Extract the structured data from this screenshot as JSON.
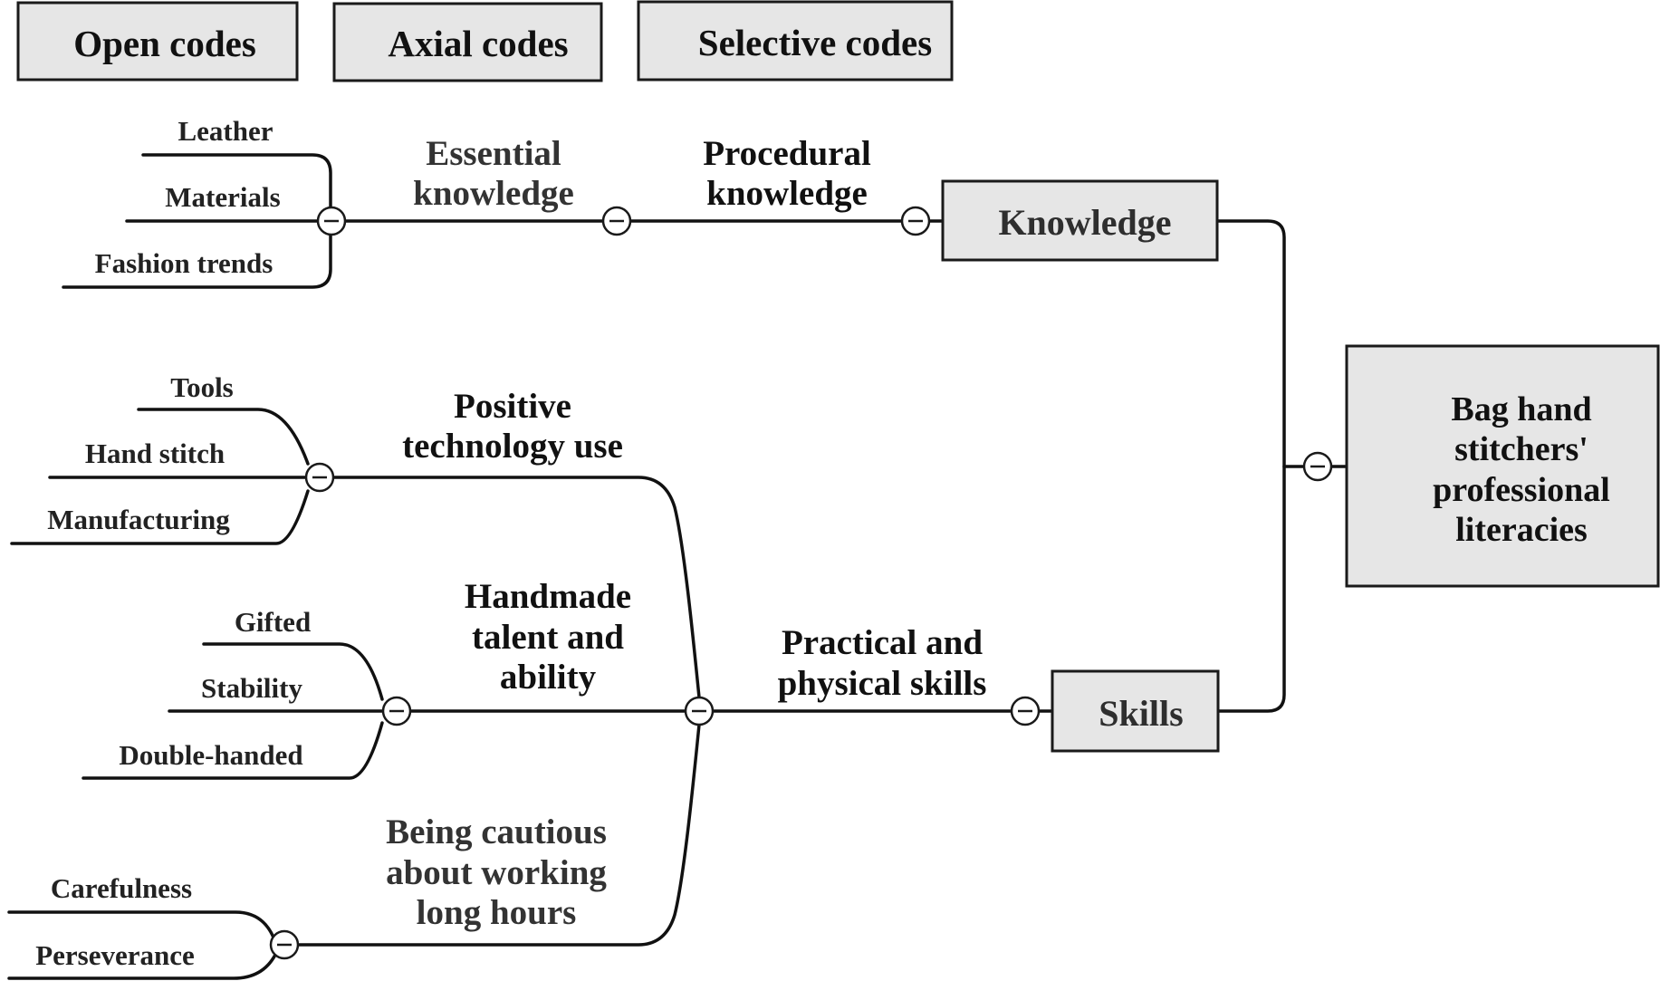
{
  "headers": {
    "open": "Open codes",
    "axial": "Axial codes",
    "selective": "Selective codes"
  },
  "core": {
    "line1": "Bag hand",
    "line2": "stitchers'",
    "line3": "professional",
    "line4": "literacies"
  },
  "selective": {
    "knowledge": "Knowledge",
    "skills": "Skills"
  },
  "axial": {
    "procedural": {
      "line1": "Procedural",
      "line2": "knowledge"
    },
    "essential": {
      "line1": "Essential",
      "line2": "knowledge"
    },
    "practical": {
      "line1": "Practical and",
      "line2": "physical skills"
    },
    "technology": {
      "line1": "Positive",
      "line2": "technology use"
    },
    "handmade": {
      "line1": "Handmade",
      "line2": "talent and",
      "line3": "ability"
    },
    "cautious": {
      "line1": "Being cautious",
      "line2": "about working",
      "line3": "long hours"
    }
  },
  "open": {
    "essential": [
      "Leather",
      "Materials",
      "Fashion trends"
    ],
    "technology": [
      "Tools",
      "Hand stitch",
      "Manufacturing"
    ],
    "handmade": [
      "Gifted",
      "Stability",
      "Double-handed"
    ],
    "cautious": [
      "Carefulness",
      "Perseverance"
    ]
  },
  "icons": {
    "toggle": "collapse-minus-icon"
  },
  "colors": {
    "box_fill": "#e6e6e6",
    "line": "#111111"
  }
}
